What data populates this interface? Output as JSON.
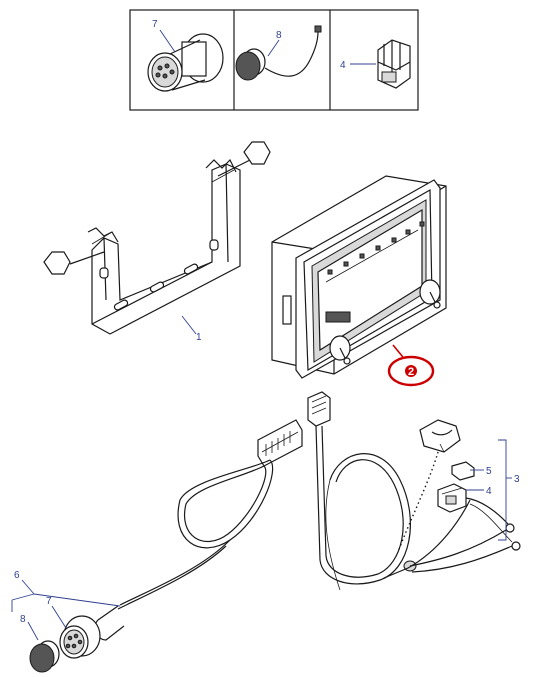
{
  "parts": {
    "inset_connector": "7",
    "inset_cap": "8",
    "inset_clip": "4",
    "bracket": "1",
    "callout": "2",
    "part3": "3",
    "part4": "4",
    "part5": "5",
    "harness": "6",
    "connector": "7",
    "cap": "8"
  },
  "colors": {
    "label": "#2f3f8f",
    "callout": "#cc0000"
  }
}
